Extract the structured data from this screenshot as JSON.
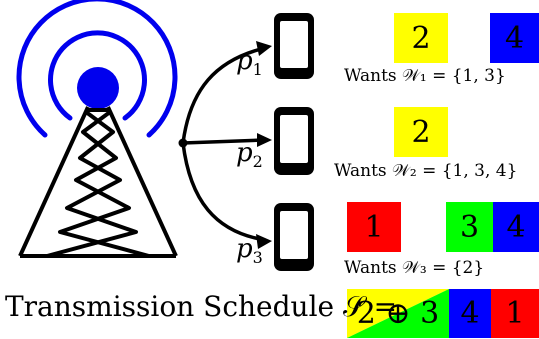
{
  "colors": {
    "yellow": "#ffff00",
    "blue": "#0000ff",
    "red": "#ff0000",
    "green": "#00ff00",
    "antenna": "#0000ee",
    "ink": "#000000"
  },
  "icons": [
    "cell-tower-icon",
    "smartphone-icon",
    "signal-waves-icon"
  ],
  "users": [
    {
      "label": "p",
      "sub": "1",
      "wants_text": "Wants 𝒲₁ = {1, 3}",
      "packets": [
        {
          "text": "2",
          "color": "#ffff00"
        },
        {
          "text": "4",
          "color": "#0000ff"
        }
      ]
    },
    {
      "label": "p",
      "sub": "2",
      "wants_text": "Wants 𝒲₂ = {1, 3, 4}",
      "packets": [
        {
          "text": "2",
          "color": "#ffff00"
        }
      ]
    },
    {
      "label": "p",
      "sub": "3",
      "wants_text": "Wants 𝒲₃ = {2}",
      "packets": [
        {
          "text": "1",
          "color": "#ff0000"
        },
        {
          "text": "3",
          "color": "#00ff00"
        },
        {
          "text": "4",
          "color": "#0000ff"
        }
      ]
    }
  ],
  "schedule": {
    "caption": "Transmission Schedule 𝒮 =",
    "items": [
      {
        "text": "2 ⊕ 3",
        "colors": [
          "#ffff00",
          "#00ff00"
        ]
      },
      {
        "text": "4",
        "colors": [
          "#0000ff"
        ]
      },
      {
        "text": "1",
        "colors": [
          "#ff0000"
        ]
      }
    ]
  }
}
